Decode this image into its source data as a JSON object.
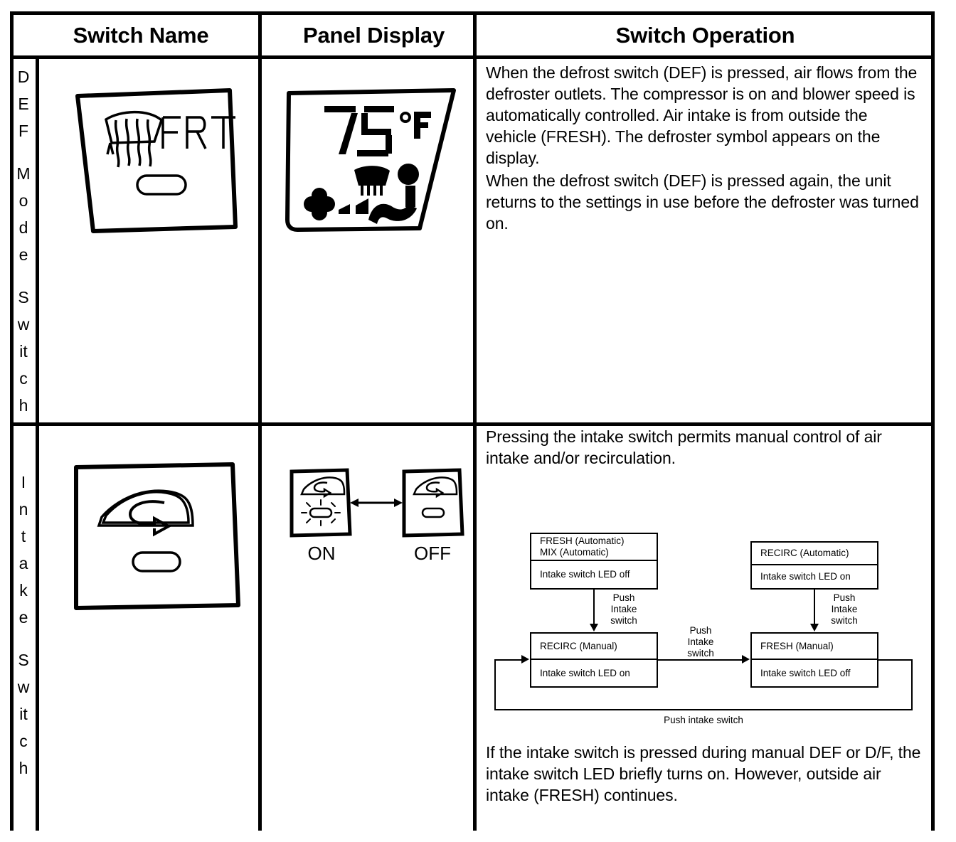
{
  "table": {
    "headers": [
      {
        "label": "Switch Name"
      },
      {
        "label": "Panel Display"
      },
      {
        "label": "Switch Operation"
      }
    ]
  },
  "rows": [
    {
      "name_vertical": "DEF Mode Switch",
      "name_letters": [
        "D",
        "E",
        "F",
        "",
        "M",
        "o",
        "d",
        "e",
        "",
        "S",
        "w",
        "it",
        "c",
        "h"
      ],
      "switch_art": {
        "icon_name": "front-defroster-icon",
        "button_text": "FRT",
        "led_name": "switch-led-indicator"
      },
      "panel_display": {
        "temperature": "75",
        "unit": "°F",
        "defroster_symbol": "defroster-icon",
        "mode_symbol": "seated-person-airflow-icon",
        "fan_symbol": "blower-fan-icon",
        "fan_level_bars": 2
      },
      "paragraphs": [
        "When the defrost switch (DEF) is pressed, air flows from the defroster outlets. The compressor is on and blower speed is automatically controlled. Air intake is from outside the vehicle (FRESH). The defroster symbol appears on the display.",
        "When the defrost switch (DEF) is pressed again, the unit returns to the settings in use before the defroster was turned on."
      ]
    },
    {
      "name_vertical": "Intake Switch",
      "name_letters": [
        "I",
        "n",
        "t",
        "a",
        "k",
        "e",
        "",
        "S",
        "w",
        "it",
        "c",
        "h"
      ],
      "switch_art": {
        "icon_name": "air-recirculation-icon",
        "button_text": "",
        "led_name": "switch-led-indicator"
      },
      "panel_display": {
        "states": [
          {
            "label": "ON",
            "led": "lit",
            "icon_name": "air-recirculation-icon"
          },
          {
            "label": "OFF",
            "led": "unlit",
            "icon_name": "air-recirculation-icon"
          }
        ]
      },
      "paragraphs": [
        "Pressing the intake switch permits manual control of air intake and/or recirculation.",
        "If the intake switch is pressed during manual DEF or D/F, the intake switch LED briefly turns on. However, outside air intake (FRESH) continues."
      ],
      "flow_diagram": {
        "boxes": [
          {
            "id": "fresh-auto",
            "title_lines": [
              "FRESH (Automatic)",
              "MIX (Automatic)"
            ],
            "status": "Intake switch LED off"
          },
          {
            "id": "recirc-manual",
            "title_lines": [
              "RECIRC (Manual)"
            ],
            "status": "Intake switch LED on"
          },
          {
            "id": "recirc-auto",
            "title_lines": [
              "RECIRC (Automatic)"
            ],
            "status": "Intake switch LED on"
          },
          {
            "id": "fresh-manual",
            "title_lines": [
              "FRESH (Manual)"
            ],
            "status": "Intake switch LED off"
          }
        ],
        "edge_labels": [
          {
            "id": "left-down",
            "lines": [
              "Push",
              "Intake",
              "switch"
            ]
          },
          {
            "id": "middle-right",
            "lines": [
              "Push",
              "Intake",
              "switch"
            ]
          },
          {
            "id": "right-down",
            "lines": [
              "Push",
              "Intake",
              "switch"
            ]
          },
          {
            "id": "bottom-loop",
            "lines": [
              "Push intake switch"
            ]
          }
        ]
      }
    }
  ]
}
